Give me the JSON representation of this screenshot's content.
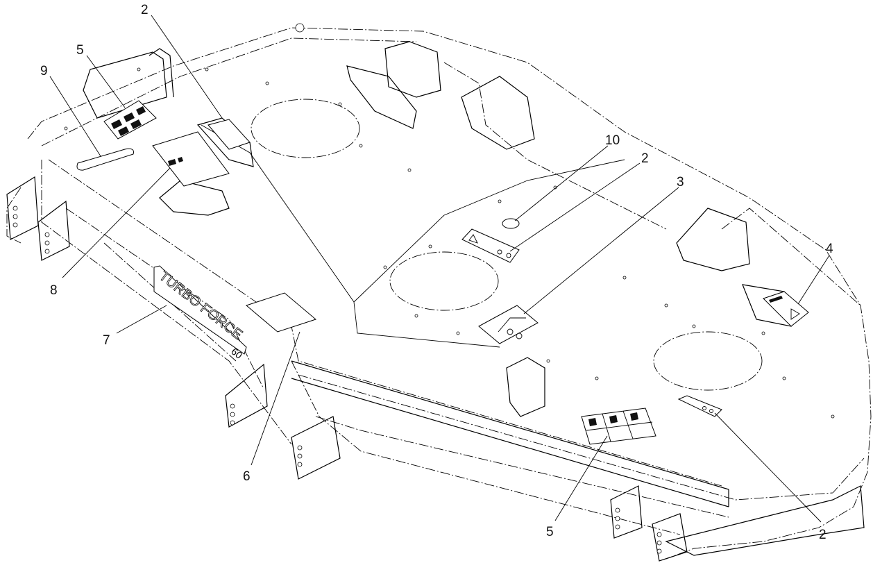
{
  "callouts": [
    {
      "id": "c-2a",
      "label": "2"
    },
    {
      "id": "c-5a",
      "label": "5"
    },
    {
      "id": "c-9",
      "label": "9"
    },
    {
      "id": "c-8",
      "label": "8"
    },
    {
      "id": "c-7",
      "label": "7"
    },
    {
      "id": "c-6",
      "label": "6"
    },
    {
      "id": "c-10",
      "label": "10"
    },
    {
      "id": "c-2b",
      "label": "2"
    },
    {
      "id": "c-3",
      "label": "3"
    },
    {
      "id": "c-4",
      "label": "4"
    },
    {
      "id": "c-5b",
      "label": "5"
    },
    {
      "id": "c-2c",
      "label": "2"
    }
  ],
  "deck_text": {
    "brand_line1": "TURBO FORCE",
    "brand_size": "60"
  }
}
